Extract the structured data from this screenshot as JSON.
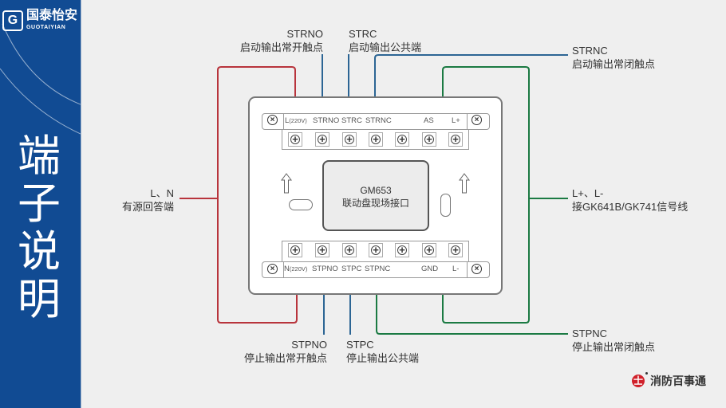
{
  "colors": {
    "sidebar_bg": "#114b93",
    "page_bg": "#efefef",
    "line_red": "#b8343c",
    "line_blue": "#2c6594",
    "line_green": "#1b7a43"
  },
  "sidebar": {
    "brand": {
      "icon": "gt-logo-icon",
      "icon_glyph": "G",
      "name_cn": "国泰怡安",
      "name_en": "GUOTAIYIAN"
    },
    "title_chars": [
      "端",
      "子",
      "说",
      "明"
    ]
  },
  "device": {
    "top_terminals": [
      {
        "text": "L",
        "sub": "(220V)"
      },
      {
        "text": "STRNO"
      },
      {
        "text": "STRC"
      },
      {
        "text": "STRNC"
      },
      {
        "text": "AS"
      },
      {
        "text": "L+"
      }
    ],
    "bottom_terminals": [
      {
        "text": "N",
        "sub": "(220V)"
      },
      {
        "text": "STPNO"
      },
      {
        "text": "STPC"
      },
      {
        "text": "STPNC"
      },
      {
        "text": "GND"
      },
      {
        "text": "L-"
      }
    ],
    "module": {
      "model": "GM653",
      "name": "联动盘现场接口"
    },
    "icons": [
      "arrow-up-icon",
      "arrow-up-icon"
    ]
  },
  "callouts": [
    {
      "code": "STRNO",
      "desc": "启动输出常开触点"
    },
    {
      "code": "STRC",
      "desc": "启动输出公共端"
    },
    {
      "code": "STRNC",
      "desc": "启动输出常闭触点"
    },
    {
      "code": "L、N",
      "desc": "有源回答端"
    },
    {
      "code": "L+、L-",
      "desc": "接GK641B/GK741信号线"
    },
    {
      "code": "STPNO",
      "desc": "停止输出常开触点"
    },
    {
      "code": "STPC",
      "desc": "停止输出公共端"
    },
    {
      "code": "STPNC",
      "desc": "停止输出常闭触点"
    }
  ],
  "footer": {
    "icon": "fire-safety-logo-icon",
    "brand": "消防百事通"
  }
}
